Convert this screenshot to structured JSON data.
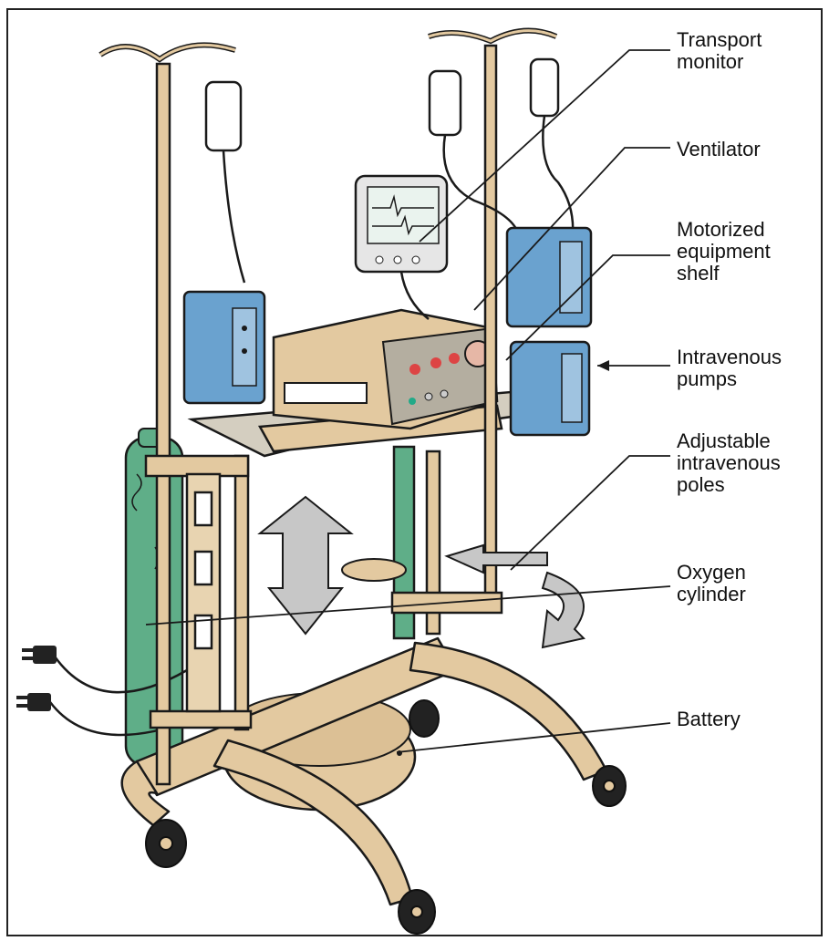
{
  "labels": {
    "transport_monitor": "Transport\nmonitor",
    "ventilator": "Ventilator",
    "motorized_shelf": "Motorized\nequipment\nshelf",
    "intravenous_pumps": "Intravenous\npumps",
    "adjustable_poles": "Adjustable\nintravenous\npoles",
    "oxygen_cylinder": "Oxygen\ncylinder",
    "battery": "Battery"
  },
  "colors": {
    "frame": "#e3c9a0",
    "frame_dark": "#c4a373",
    "pump_blue": "#6aa2cf",
    "cylinder_green": "#5fae88",
    "outline": "#1a1a1a",
    "arrow_gray": "#c7c7c7"
  }
}
